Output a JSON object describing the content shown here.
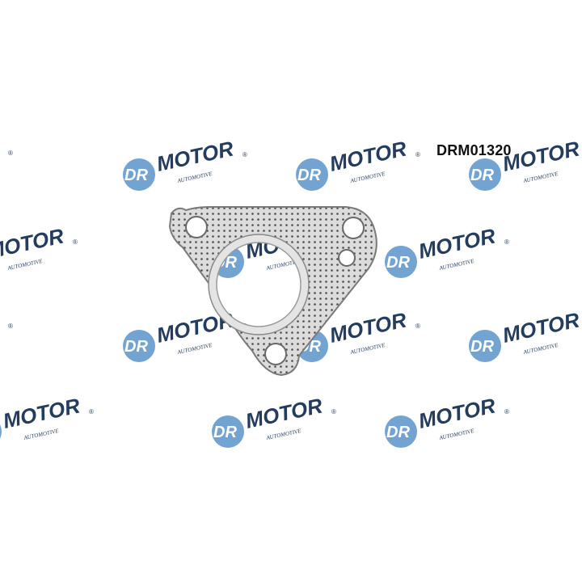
{
  "product": {
    "code": "DRM01320"
  },
  "watermark": {
    "brand_dr": "DR",
    "brand_motor": "MOTOR",
    "brand_sub": "AUTOMOTIVE",
    "registered_mark": "®",
    "color_blue": "#5b93c9",
    "color_dark": "#243c5e"
  },
  "image": {
    "subject": "exhaust-gasket",
    "gasket_color": "#dcdcdc",
    "perforation_color": "#4d4d4d"
  }
}
